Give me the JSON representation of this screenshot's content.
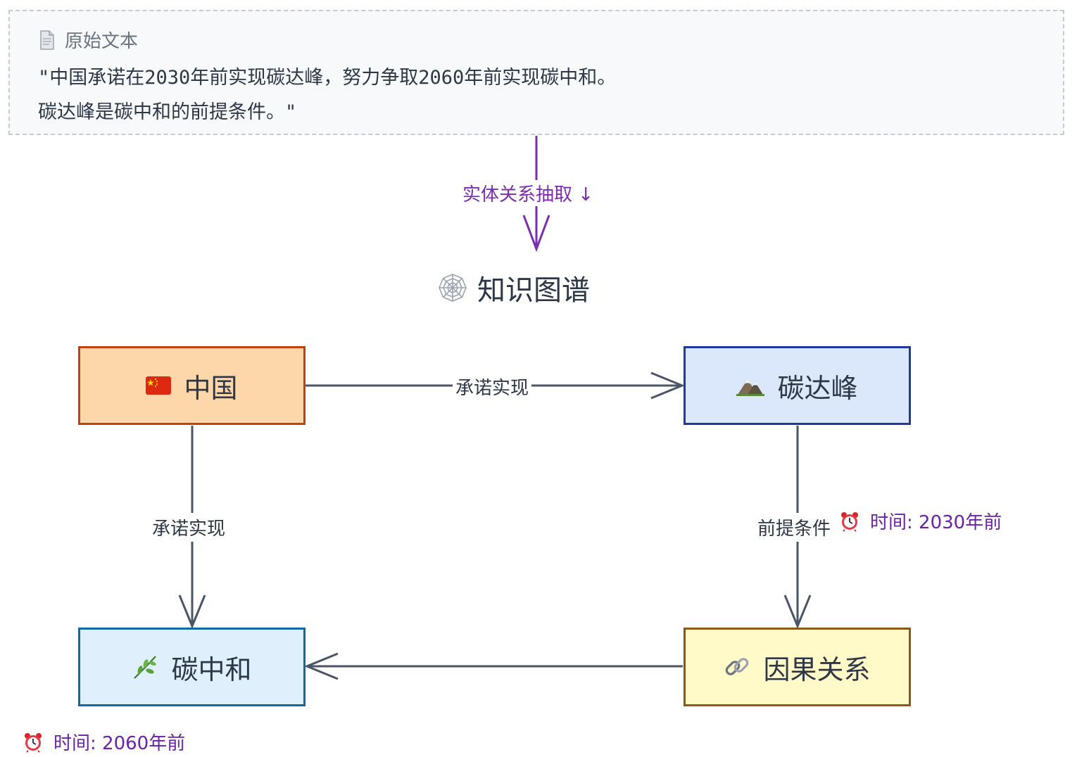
{
  "source": {
    "header": "原始文本",
    "line1": "\"中国承诺在2030年前实现碳达峰，努力争取2060年前实现碳中和。",
    "line2": "碳达峰是碳中和的前提条件。\""
  },
  "flow_label": "实体关系抽取 ↓",
  "graph_title": "知识图谱",
  "nodes": {
    "china": {
      "label": "中国",
      "icon": "china-flag-icon"
    },
    "peak": {
      "label": "碳达峰",
      "icon": "mountain-icon"
    },
    "neutral": {
      "label": "碳中和",
      "icon": "leaf-icon"
    },
    "causal": {
      "label": "因果关系",
      "icon": "link-icon"
    }
  },
  "edges": {
    "china_peak": "承诺实现",
    "china_neutral": "承诺实现",
    "peak_causal": "前提条件"
  },
  "notes": {
    "time_2030": "时间: 2030年前",
    "time_2060": "时间: 2060年前"
  },
  "colors": {
    "flow_accent": "#7b2cb0",
    "edge": "#4a5568"
  }
}
